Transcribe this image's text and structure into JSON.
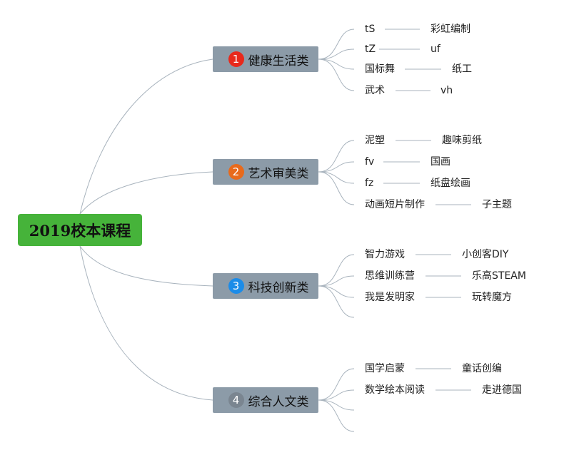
{
  "root": {
    "label": "2019校本课程"
  },
  "colors": {
    "root_bg": "#46b33a",
    "branch_bg": "#8c9ba8",
    "line": "#a8b3bd",
    "num_1": "#e8291c",
    "num_2": "#e86a1c",
    "num_3": "#1c8ce8",
    "num_4": "#7a8590"
  },
  "branches": [
    {
      "number": "1",
      "label": "健康生活类",
      "rows": [
        {
          "left": "tS",
          "right": "彩虹编制"
        },
        {
          "left": "tZ",
          "right": "uf"
        },
        {
          "left": "国标舞",
          "right": "纸工"
        },
        {
          "left": "武术",
          "right": "vh"
        }
      ]
    },
    {
      "number": "2",
      "label": "艺术审美类",
      "rows": [
        {
          "left": "泥塑",
          "right": "趣味剪纸"
        },
        {
          "left": "fv",
          "right": "国画"
        },
        {
          "left": "fz",
          "right": "纸盘绘画"
        },
        {
          "left": "动画短片制作",
          "right": "子主题"
        }
      ]
    },
    {
      "number": "3",
      "label": "科技创新类",
      "rows": [
        {
          "left": "智力游戏",
          "right": "小创客DIY"
        },
        {
          "left": "思维训练营",
          "right": "乐高STEAM"
        },
        {
          "left": "我是发明家",
          "right": "玩转魔方"
        },
        {
          "left": "",
          "right": ""
        }
      ]
    },
    {
      "number": "4",
      "label": "综合人文类",
      "rows": [
        {
          "left": "国学启蒙",
          "right": "童话创编"
        },
        {
          "left": "数学绘本阅读",
          "right": "走进德国"
        },
        {
          "left": "",
          "right": ""
        },
        {
          "left": "",
          "right": ""
        }
      ]
    }
  ]
}
